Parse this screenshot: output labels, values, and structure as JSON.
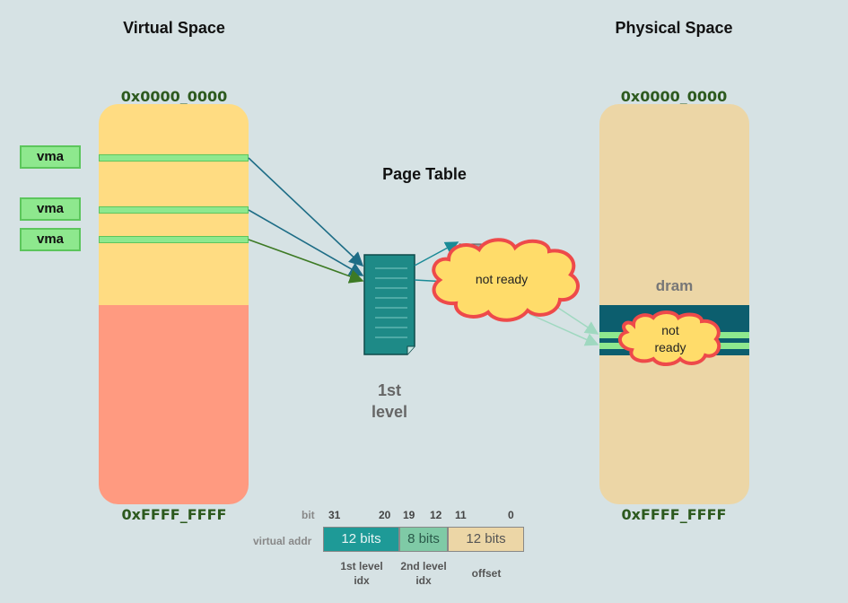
{
  "virtual": {
    "title": "Virtual Space",
    "top_addr": "0x0000_0000",
    "bottom_addr": "0xFFFF_FFFF"
  },
  "physical": {
    "title": "Physical Space",
    "top_addr": "0x0000_0000",
    "bottom_addr": "0xFFFF_FFFF",
    "dram_label": "dram"
  },
  "vma_labels": [
    "vma",
    "vma",
    "vma"
  ],
  "page_table": {
    "title": "Page Table",
    "level_label_1": "1st",
    "level_label_2": "level"
  },
  "clouds": {
    "table_cloud": "not ready",
    "dram_cloud_1": "not",
    "dram_cloud_2": "ready"
  },
  "address_format": {
    "bit_label": "bit",
    "row_label": "virtual addr",
    "bits": [
      "31",
      "20",
      "19",
      "12",
      "11",
      "0"
    ],
    "fields": [
      {
        "text": "12 bits",
        "caption_1": "1st level",
        "caption_2": "idx",
        "color": "#1e9a97"
      },
      {
        "text": "8 bits",
        "caption_1": "2nd level",
        "caption_2": "idx",
        "color": "#7fcaa6"
      },
      {
        "text": "12 bits",
        "caption_1": "offset",
        "caption_2": "",
        "color": "#ecd6a6"
      }
    ]
  },
  "colors": {
    "background": "#d6e2e4",
    "vspace_upper": "#ffdc82",
    "vspace_lower": "#ff9a80",
    "pspace": "#ecd6a6",
    "dram_band": "#0c5e6e",
    "vma": "#8ee88e",
    "table": "#1e8a87"
  }
}
